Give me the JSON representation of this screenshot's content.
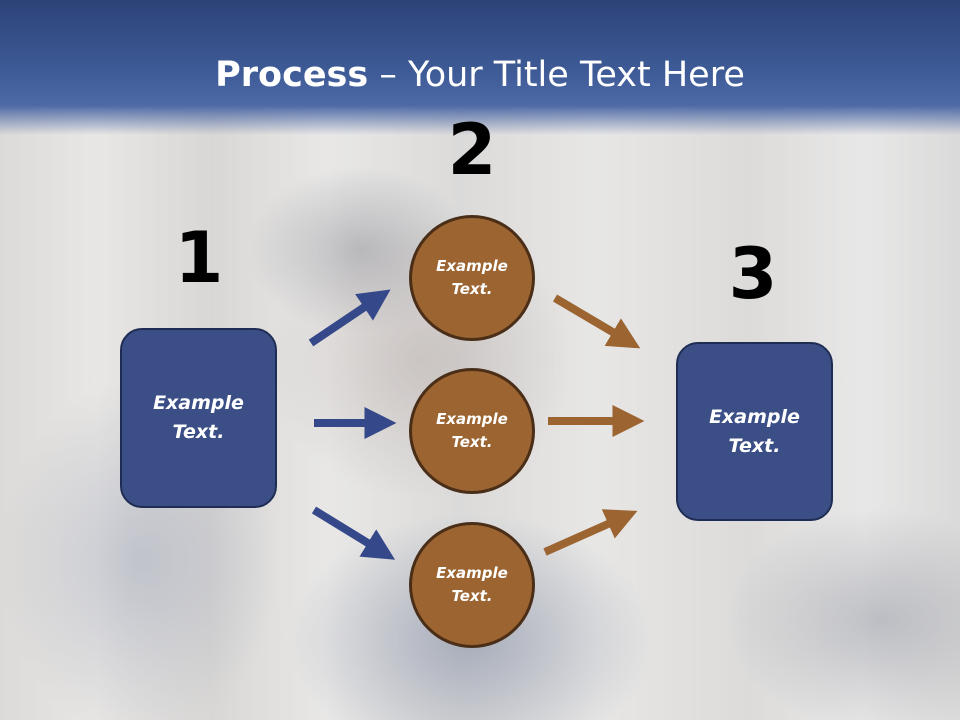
{
  "slide": {
    "title_bold": "Process",
    "title_rest": " – Your Title Text Here"
  },
  "steps": [
    {
      "number": "1",
      "box_label": "Example\nText."
    },
    {
      "number": "2",
      "circles": [
        "Example\nText.",
        "Example\nText.",
        "Example\nText."
      ]
    },
    {
      "number": "3",
      "box_label": "Example\nText."
    }
  ],
  "colors": {
    "title_band": "#3f5c98",
    "box_fill": "#3b4f86",
    "circle_fill": "#9b6431",
    "arrow_blue": "#34488a",
    "arrow_brown": "#9b6431"
  }
}
